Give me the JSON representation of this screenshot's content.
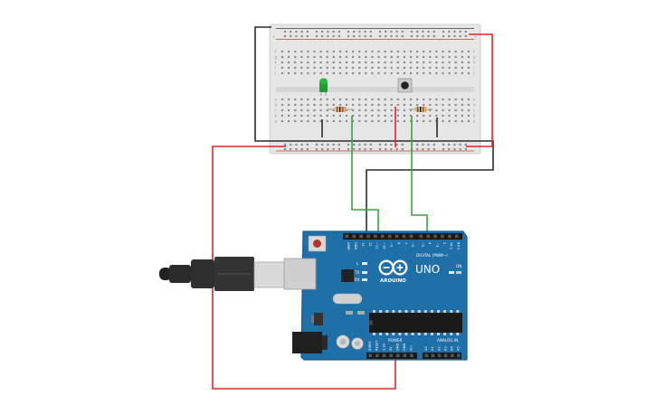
{
  "breadboard": {
    "rail_plus": "+",
    "rail_minus": "-",
    "row_letters_top": [
      "a",
      "b",
      "c",
      "d",
      "e"
    ],
    "row_letters_bottom": [
      "f",
      "g",
      "h",
      "i",
      "j"
    ]
  },
  "arduino": {
    "brand": "ARDUINO",
    "model": "UNO",
    "digital_header_label": "DIGITAL (PWM~)",
    "power_header_label": "POWER",
    "analog_header_label": "ANALOG IN",
    "led_label_L": "L",
    "led_label_TX": "TX",
    "led_label_RX": "RX",
    "led_label_ON": "ON",
    "digital_pins": [
      "AREF",
      "GND",
      "13",
      "12",
      "~11",
      "~10",
      "~9",
      "8",
      "7",
      "~6",
      "~5",
      "4",
      "~3",
      "2",
      "TX 1",
      "RX 0"
    ],
    "power_pins": [
      "IOREF",
      "RESET",
      "3.3V",
      "5V",
      "GND",
      "GND",
      "Vin"
    ],
    "analog_pins": [
      "A0",
      "A1",
      "A2",
      "A3",
      "A4",
      "A5"
    ]
  },
  "colors": {
    "board_blue": "#1f6fa8",
    "board_edge": "#185a8a",
    "wire_red": "#e0261f",
    "wire_black": "#2b2b2b",
    "wire_green": "#3aa53a",
    "led_green": "#1c9e2e",
    "breadboard": "#e6e6e6"
  },
  "icons": {
    "usb_cable": "usb-cable-icon",
    "power_jack": "dc-jack-icon",
    "reset_button": "reset-button-icon",
    "push_button": "push-button-icon",
    "infinity_logo": "arduino-logo-icon"
  }
}
